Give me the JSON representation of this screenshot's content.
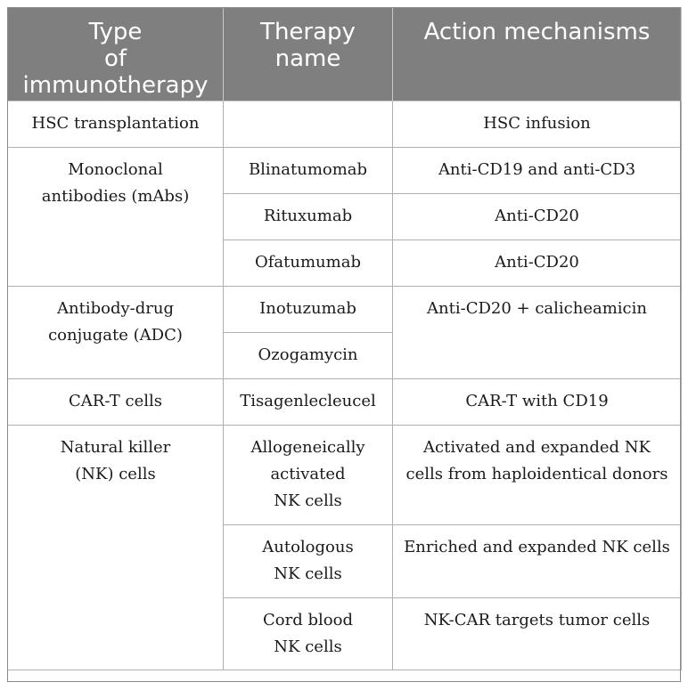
{
  "table": {
    "headers": [
      "Type\nof\nimmunotherapy",
      "Therapy\nname",
      "Action mechanisms"
    ],
    "groups": [
      {
        "type": "HSC transplantation",
        "rows": [
          {
            "therapy": "",
            "mechanism": "HSC infusion"
          }
        ]
      },
      {
        "type": "Monoclonal\nantibodies (mAbs)",
        "rows": [
          {
            "therapy": "Blinatumomab",
            "mechanism": "Anti-CD19 and anti-CD3"
          },
          {
            "therapy": "Rituxumab",
            "mechanism": "Anti-CD20"
          },
          {
            "therapy": "Ofatumumab",
            "mechanism": "Anti-CD20"
          }
        ]
      },
      {
        "type": "Antibody-drug\nconjugate (ADC)",
        "mechanism": "Anti-CD20 + calicheamicin",
        "rows": [
          {
            "therapy": "Inotuzumab"
          },
          {
            "therapy": "Ozogamycin"
          }
        ]
      },
      {
        "type": "CAR-T cells",
        "rows": [
          {
            "therapy": "Tisagenlecleucel",
            "mechanism": "CAR-T with CD19"
          }
        ]
      },
      {
        "type": "Natural killer\n(NK) cells",
        "rows": [
          {
            "therapy": "Allogeneically\nactivated\nNK cells",
            "mechanism": "Activated and expanded NK\ncells from haploidentical donors"
          },
          {
            "therapy": "Autologous\nNK cells",
            "mechanism": "Enriched and expanded NK cells"
          },
          {
            "therapy": "Cord blood\nNK cells",
            "mechanism": "NK-CAR targets tumor cells"
          }
        ]
      }
    ]
  }
}
